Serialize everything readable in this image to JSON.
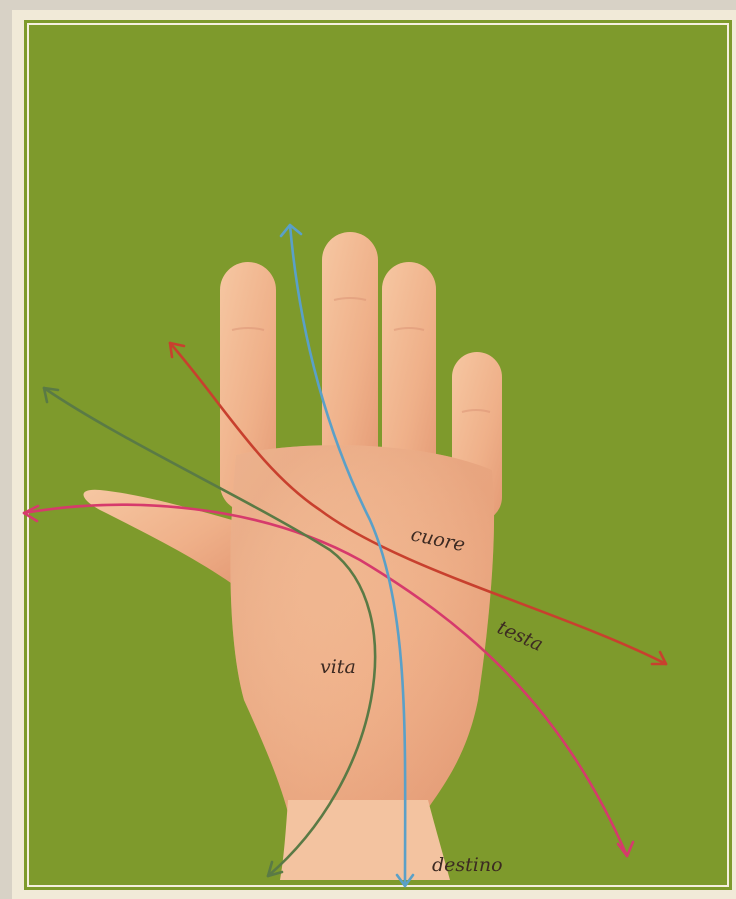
{
  "illustration": {
    "background_color": "#7e9a2c",
    "frame_color": "#f1ead8",
    "skin_color": "#f0b48c",
    "subject": "open-palm"
  },
  "lines": [
    {
      "id": "cuore",
      "label": "cuore",
      "color": "#c8402e"
    },
    {
      "id": "testa",
      "label": "testa",
      "color": "#d63a6c"
    },
    {
      "id": "vita",
      "label": "vita",
      "color": "#5a7a45"
    },
    {
      "id": "destino",
      "label": "destino",
      "color": "#5aa0c8"
    }
  ]
}
